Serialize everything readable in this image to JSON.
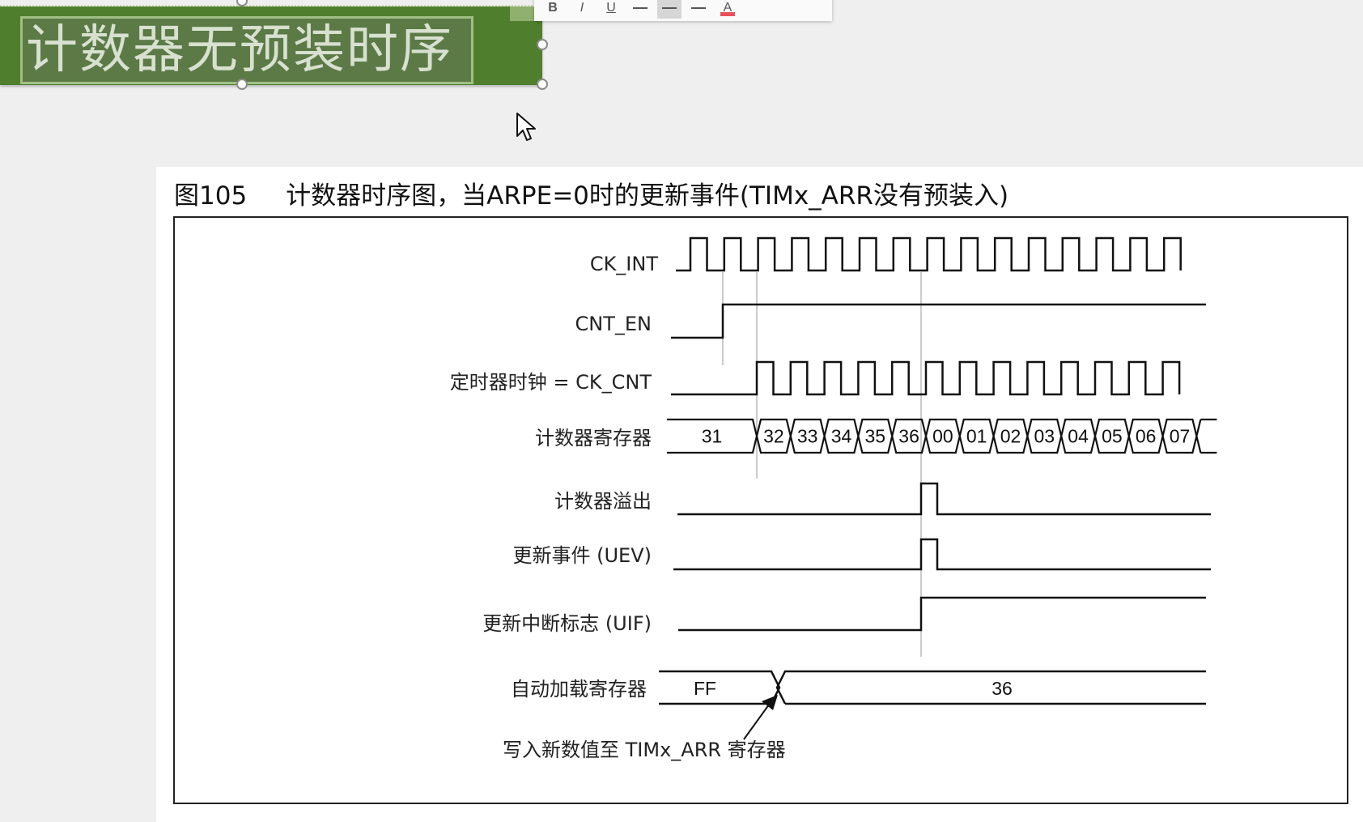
{
  "slide": {
    "title": "计数器无预装时序"
  },
  "mini_toolbar": {
    "buttons": [
      {
        "name": "bold",
        "glyph": "B"
      },
      {
        "name": "italic",
        "glyph": "I"
      },
      {
        "name": "underline",
        "glyph": "U"
      },
      {
        "name": "align-left",
        "glyph": ""
      },
      {
        "name": "align-center",
        "glyph": "",
        "active": true
      },
      {
        "name": "align-right",
        "glyph": ""
      },
      {
        "name": "font-color",
        "glyph": "A",
        "color": "#e8505b"
      }
    ]
  },
  "figure": {
    "number": "图105",
    "caption": "计数器时序图，当ARPE=0时的更新事件(TIMx_ARR没有预装入)"
  },
  "chart_data": {
    "type": "timing-diagram",
    "title": "图105 计数器时序图，当ARPE=0时的更新事件(TIMx_ARR没有预装入)",
    "signals": [
      {
        "name": "CK_INT",
        "kind": "clock",
        "note": "free-running, 16 cycles shown"
      },
      {
        "name": "CNT_EN",
        "kind": "level",
        "transitions": "low → high after 1st CK_INT cycle"
      },
      {
        "name": "定时器时钟 = CK_CNT",
        "kind": "clock",
        "note": "starts one cycle after CNT_EN rises"
      },
      {
        "name": "计数器寄存器",
        "kind": "bus",
        "values": [
          "31",
          "32",
          "33",
          "34",
          "35",
          "36",
          "00",
          "01",
          "02",
          "03",
          "04",
          "05",
          "06",
          "07",
          ""
        ]
      },
      {
        "name": "计数器溢出",
        "kind": "pulse",
        "at_value": "36→00"
      },
      {
        "name": "更新事件 (UEV)",
        "kind": "pulse",
        "at_value": "36→00"
      },
      {
        "name": "更新中断标志 (UIF)",
        "kind": "level",
        "transitions": "low → high at 36→00"
      },
      {
        "name": "自动加载寄存器",
        "kind": "bus",
        "values": [
          "FF",
          "36"
        ]
      }
    ],
    "annotation": "写入新数值至 TIMx_ARR 寄存器"
  },
  "diagram": {
    "labels": {
      "ck_int": "CK_INT",
      "cnt_en": "CNT_EN",
      "ck_cnt": "定时器时钟 = CK_CNT",
      "counter": "计数器寄存器",
      "overflow": "计数器溢出",
      "uev": "更新事件 (UEV)",
      "uif": "更新中断标志 (UIF)",
      "arr": "自动加载寄存器"
    },
    "counter_values": [
      "31",
      "32",
      "33",
      "34",
      "35",
      "36",
      "00",
      "01",
      "02",
      "03",
      "04",
      "05",
      "06",
      "07"
    ],
    "arr_values": [
      "FF",
      "36"
    ],
    "annotation": "写入新数值至 TIMx_ARR 寄存器"
  }
}
